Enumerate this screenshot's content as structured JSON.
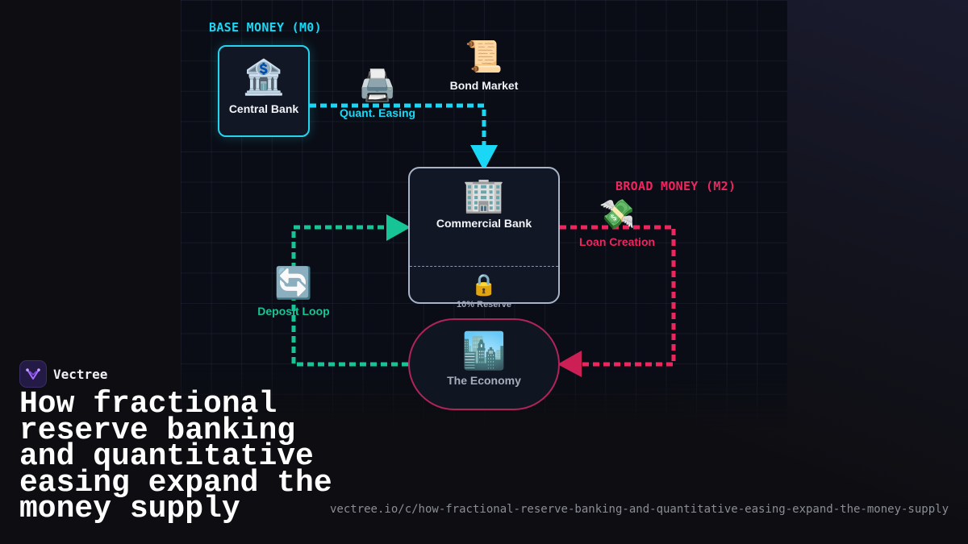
{
  "diagram": {
    "zones": {
      "base_money": "BASE MONEY (M0)",
      "broad_money": "BROAD MONEY (M2)"
    },
    "nodes": {
      "central_bank": {
        "icon": "bank-building-icon",
        "emoji": "🏦",
        "label": "Central Bank"
      },
      "quant_easing": {
        "icon": "printer-icon",
        "emoji": "🖨️",
        "label": "Quant. Easing"
      },
      "bond_market": {
        "icon": "scroll-icon",
        "emoji": "📜",
        "label": "Bond Market"
      },
      "commercial_bank": {
        "icon": "office-building-icon",
        "emoji": "🏢",
        "label": "Commercial Bank"
      },
      "reserve": {
        "icon": "lock-icon",
        "emoji": "🔒",
        "label": "10% Reserve"
      },
      "loan_creation": {
        "icon": "money-with-wings-icon",
        "emoji": "💸",
        "label": "Loan Creation"
      },
      "deposit_loop": {
        "icon": "cycle-arrows-icon",
        "emoji": "🔄",
        "label": "Deposit Loop"
      },
      "economy": {
        "icon": "cityscape-icon",
        "emoji": "🏙️",
        "label": "The Economy"
      }
    },
    "colors": {
      "qe_flow": "#1ad8f5",
      "deposit_flow": "#17c495",
      "loan_flow": "#f0255e",
      "central_bank_border": "#27d4ee",
      "commercial_bank_border": "#a9b3c8",
      "economy_border": "#b0245a"
    }
  },
  "brand": {
    "name": "Vectree",
    "logo_icon": "vectree-logo-icon"
  },
  "headline": "How fractional reserve banking and quantitative easing expand the money supply",
  "url": "vectree.io/c/how-fractional-reserve-banking-and-quantitative-easing-expand-the-money-supply"
}
